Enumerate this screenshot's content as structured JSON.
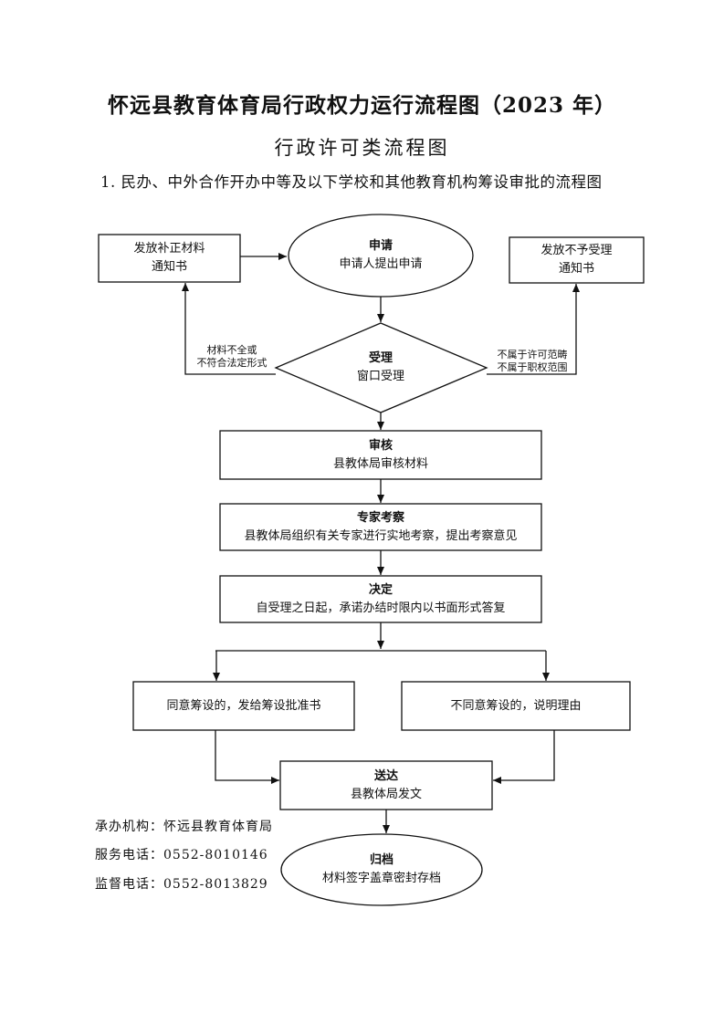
{
  "header": {
    "title": "怀远县教育体育局行政权力运行流程图（2023 年）",
    "subtitle": "行政许可类流程图",
    "heading": "1. 民办、中外合作开办中等及以下学校和其他教育机构筹设审批的流程图"
  },
  "flow": {
    "apply": {
      "title": "申请",
      "desc": "申请人提出申请"
    },
    "supplement_notice": {
      "line1": "发放补正材料",
      "line2": "通知书"
    },
    "reject_notice": {
      "line1": "发放不予受理",
      "line2": "通知书"
    },
    "accept": {
      "title": "受理",
      "desc": "窗口受理"
    },
    "left_condition": {
      "line1": "材料不全或",
      "line2": "不符合法定形式"
    },
    "right_condition": {
      "line1": "不属于许可范畴",
      "line2": "不属于职权范围"
    },
    "review": {
      "title": "审核",
      "desc": "县教体局审核材料"
    },
    "expert": {
      "title": "专家考察",
      "desc": "县教体局组织有关专家进行实地考察，提出考察意见"
    },
    "decision": {
      "title": "决定",
      "desc": "自受理之日起，承诺办结时限内以书面形式答复"
    },
    "approve": {
      "desc": "同意筹设的，发给筹设批准书"
    },
    "deny": {
      "desc": "不同意筹设的，说明理由"
    },
    "deliver": {
      "title": "送达",
      "desc": "县教体局发文"
    },
    "archive": {
      "title": "归档",
      "desc": "材料签字盖章密封存档"
    }
  },
  "footer": {
    "agency": "承办机构：怀远县教育体育局",
    "service_phone": "服务电话：0552-8010146",
    "supervise_phone": "监督电话：0552-8013829"
  }
}
